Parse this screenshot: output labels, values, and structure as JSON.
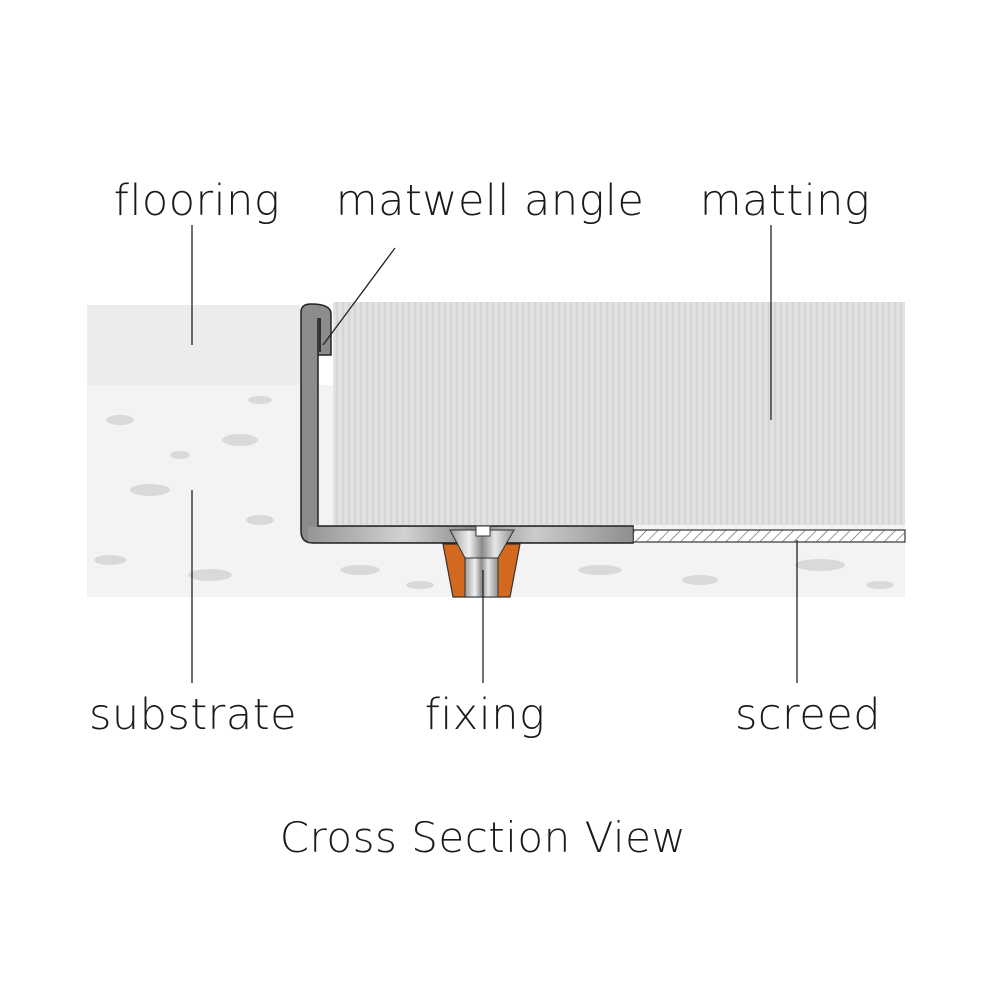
{
  "labels": {
    "flooring": "flooring",
    "matwell_angle": "matwell angle",
    "matting": "matting",
    "substrate": "substrate",
    "fixing": "fixing",
    "screed": "screed"
  },
  "title": "Cross Section View",
  "colors": {
    "flooring": "#ececec",
    "substrate": "#f2f2f2",
    "matting": "#dcdcdc",
    "profile": "#8c8c8c",
    "plug": "#d2691e",
    "line": "#222222"
  }
}
